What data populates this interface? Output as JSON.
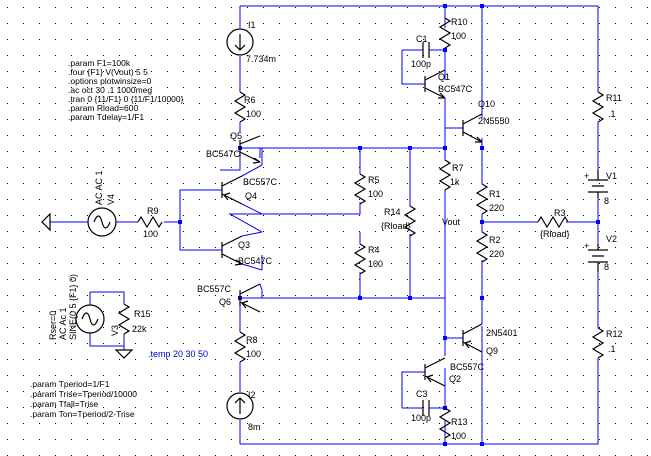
{
  "schematic": {
    "directives_top": [
      ".param F1=100k",
      ".four {F1} V(Vout) 5 5",
      ".options plotwinsize=0",
      ".ac oct 30 .1 1000meg",
      ".tran 0 {11/F1} 0 {11/F1/10000}",
      ".param Rload=600",
      ".param Tdelay=1/F1"
    ],
    "directives_bottom": [
      ".param Tperiod=1/F1",
      ".param Trise=Tperiod/10000",
      ".param Tfall=Trise",
      ".param Ton=Tperiod/2-Trise"
    ],
    "temp_directive": ".temp 20 30 50",
    "I1": {
      "name": "I1",
      "value": "7.734m"
    },
    "I2": {
      "name": "I2",
      "value": "8m"
    },
    "R10": {
      "name": "R10",
      "value": "100"
    },
    "C1": {
      "name": "C1",
      "value": "100p"
    },
    "Q1": {
      "name": "Q1",
      "model": "BC547C"
    },
    "Q10": {
      "name": "Q10",
      "model": "2N5550"
    },
    "R6": {
      "name": "R6",
      "value": "100"
    },
    "Q5": {
      "name": "Q5",
      "model": "BC547C"
    },
    "Q4": {
      "name": "Q4",
      "model": "BC557C"
    },
    "Q3": {
      "name": "Q3",
      "model": "BC547C"
    },
    "Q6": {
      "name": "Q6",
      "model": "BC557C"
    },
    "R5": {
      "name": "R5",
      "value": "100"
    },
    "R4": {
      "name": "R4",
      "value": "100"
    },
    "R7": {
      "name": "R7",
      "value": "1k"
    },
    "R14": {
      "name": "R14",
      "value": "{Rload}"
    },
    "R1": {
      "name": "R1",
      "value": "220"
    },
    "R2": {
      "name": "R2",
      "value": "220"
    },
    "R3": {
      "name": "R3",
      "value": "{Rload}"
    },
    "R11": {
      "name": "R11",
      "value": ".1"
    },
    "R12": {
      "name": "R12",
      "value": ".1"
    },
    "V1": {
      "name": "V1",
      "value": "8"
    },
    "V2": {
      "name": "V2",
      "value": "8"
    },
    "vout_label": "Vout",
    "R9": {
      "name": "R9",
      "value": "100"
    },
    "V4": {
      "name": "V4",
      "value": "AC AC 1"
    },
    "R15": {
      "name": "R15",
      "value": "22k"
    },
    "V3": {
      "name": "V3",
      "line1": "Rser=0",
      "line2": "AC Ac 1",
      "line3": "SINE(0 5 {F1} 0)"
    },
    "R8": {
      "name": "R8",
      "value": "100"
    },
    "Q9": {
      "name": "Q9",
      "model": "2N5401"
    },
    "Q2": {
      "name": "Q2",
      "model": "BC557C"
    },
    "C3": {
      "name": "C3",
      "value": "100p"
    },
    "R13": {
      "name": "R13",
      "value": "100"
    }
  }
}
